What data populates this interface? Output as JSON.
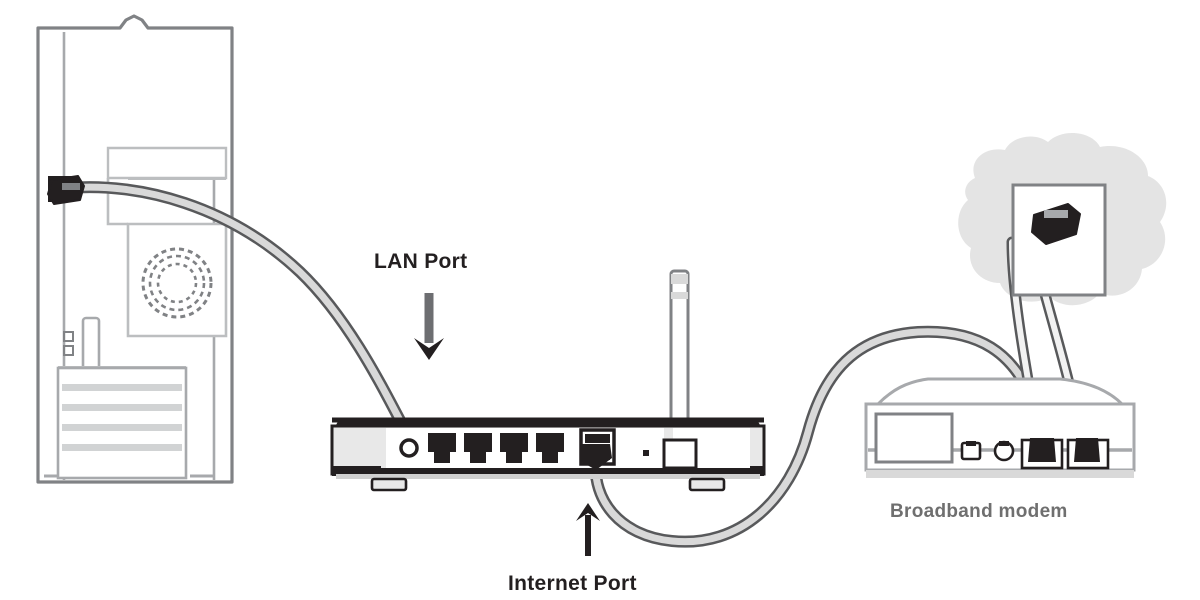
{
  "diagram": {
    "title": "Router connection diagram",
    "background_color": "#ffffff",
    "labels": {
      "lan_port": "LAN Port",
      "internet_port": "Internet Port",
      "broadband_modem": "Broadband modem"
    },
    "label_colors": {
      "port_label": "#231f20",
      "modem_label": "#6f6f6f"
    },
    "devices": [
      {
        "name": "computer-tower",
        "type": "desktop-pc",
        "description": "Desktop computer tower, rear view, with ethernet port, fan grille and expansion card slots"
      },
      {
        "name": "wireless-router",
        "type": "router",
        "description": "Wireless router with 4 LAN ports, 1 Internet port and one antenna",
        "lan_port_count": 4,
        "internet_port_count": 1,
        "antenna_count": 1
      },
      {
        "name": "broadband-modem",
        "type": "modem",
        "description": "Broadband modem with two round connectors and two cable jacks"
      },
      {
        "name": "wall-jack",
        "type": "wall-outlet",
        "description": "Wall outlet plate with incoming line connector on a wall patch"
      }
    ],
    "cables": [
      {
        "name": "pc-to-router-cable",
        "from": "computer-tower",
        "to": "wireless-router",
        "to_port": "LAN Port"
      },
      {
        "name": "router-to-modem-cable",
        "from": "wireless-router",
        "from_port": "Internet Port",
        "to": "broadband-modem"
      },
      {
        "name": "modem-to-wall-cable",
        "from": "broadband-modem",
        "to": "wall-jack"
      }
    ],
    "colors": {
      "outline": "#808285",
      "outline_dark": "#231f20",
      "device_body": "#ffffff",
      "device_shade": "#e8e8e8",
      "device_shade_dark": "#d0d0d0",
      "port_dark": "#231f20",
      "cable_fill": "#d9d9d9",
      "cable_edge": "#58595b",
      "wall_patch": "#e3e3e3",
      "arrow": "#231f20",
      "arrow_lan": "#6d6e71"
    }
  }
}
